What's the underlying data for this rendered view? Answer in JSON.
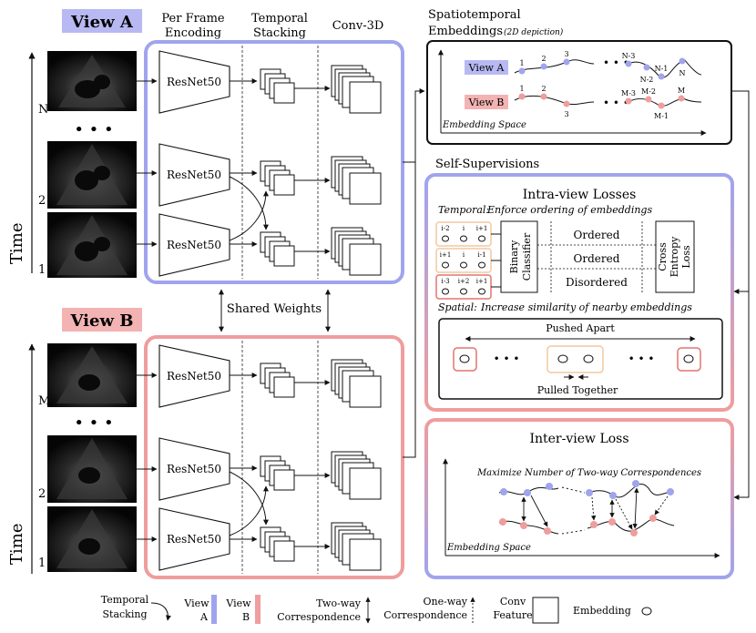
{
  "colors": {
    "blue": "#a0a4ee",
    "blue_fill": "#b8b9f2",
    "red": "#ef9d9d",
    "red_fill": "#f3b3b3",
    "orange": "#f2c9a0",
    "black": "#111111"
  },
  "headers": {
    "view_a": "View A",
    "view_b": "View B",
    "per_frame_1": "Per Frame",
    "per_frame_2": "Encoding",
    "temporal_1": "Temporal",
    "temporal_2": "Stacking",
    "conv3d": "Conv-3D",
    "st_1": "Spatiotemporal",
    "st_2": "Embeddings",
    "st_3": "(2D depiction)",
    "shared": "Shared Weights",
    "time": "Time",
    "dots": "•  •  •"
  },
  "frame_labels": {
    "a_n": "N",
    "a_2": "2",
    "a_1": "1",
    "b_m": "M",
    "b_2": "2",
    "b_1": "1"
  },
  "encoder_label": "ResNet50",
  "embedding_panel": {
    "view_a": "View A",
    "view_b": "View B",
    "space": "Embedding Space",
    "a_points": [
      "1",
      "2",
      "3",
      "N-3",
      "N-2",
      "N-1",
      "N"
    ],
    "b_points": [
      "1",
      "2",
      "3",
      "M-3",
      "M-2",
      "M-1",
      "M"
    ]
  },
  "self_sup": "Self-Supervisions",
  "intra": {
    "title": "Intra-view Losses",
    "temporal_head": "Temporal:",
    "temporal_text": "Enforce ordering of embeddings",
    "triplets": [
      [
        "i-2",
        "i",
        "i+1"
      ],
      [
        "i+1",
        "i",
        "i-1"
      ],
      [
        "i-3",
        "i+2",
        "i+1"
      ]
    ],
    "binary": [
      "Binary",
      "Classifier"
    ],
    "ordered": "Ordered",
    "disordered": "Disordered",
    "cross": [
      "Cross",
      "Entropy",
      "Loss"
    ],
    "spatial_head": "Spatial:",
    "spatial_text": "Increase similarity of nearby embeddings",
    "pushed": "Pushed Apart",
    "pulled": "Pulled  Together"
  },
  "inter": {
    "title": "Inter-view Loss",
    "maximize": "Maximize Number of Two-way Correspondences",
    "space": "Embedding Space"
  },
  "legend": {
    "temporal": [
      "Temporal",
      "Stacking"
    ],
    "view_a": [
      "View",
      "A"
    ],
    "view_b": [
      "View",
      "B"
    ],
    "two_way": [
      "Two-way",
      "Correspondence"
    ],
    "one_way": [
      "One-way",
      "Correspondence"
    ],
    "conv": [
      "Conv",
      "Feature"
    ],
    "embedding": "Embedding"
  }
}
